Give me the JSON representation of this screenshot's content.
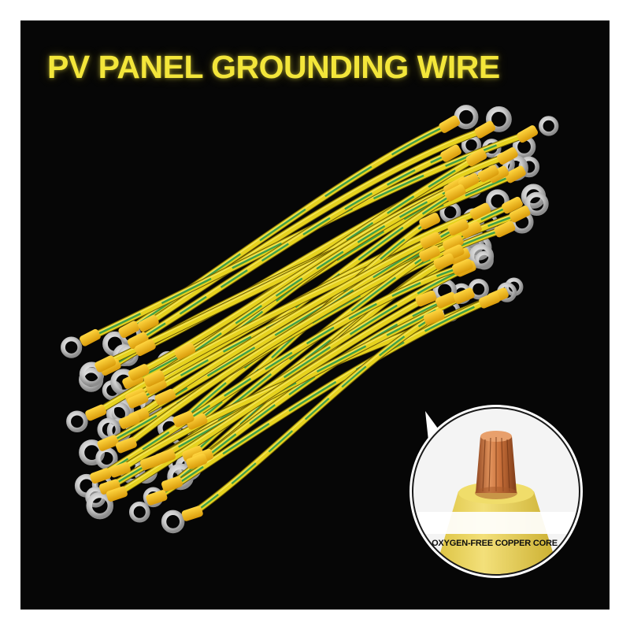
{
  "headline": "PV PANEL GROUNDING WIRE",
  "callout": {
    "caption": "OXYGEN-FREE COPPER CORE"
  },
  "colors": {
    "background": "#060606",
    "headline": "#f3e63a",
    "insulation_yellow": "#e6d21e",
    "stripe_green": "#2f9a4a",
    "terminal_sleeve": "#f2b818",
    "ring_metal": "#d9d9d9",
    "copper": "#c8703a"
  },
  "product": {
    "depicts": [
      "yellow-green-wire",
      "ring-terminal",
      "insulated-sleeve",
      "copper-strands"
    ]
  }
}
